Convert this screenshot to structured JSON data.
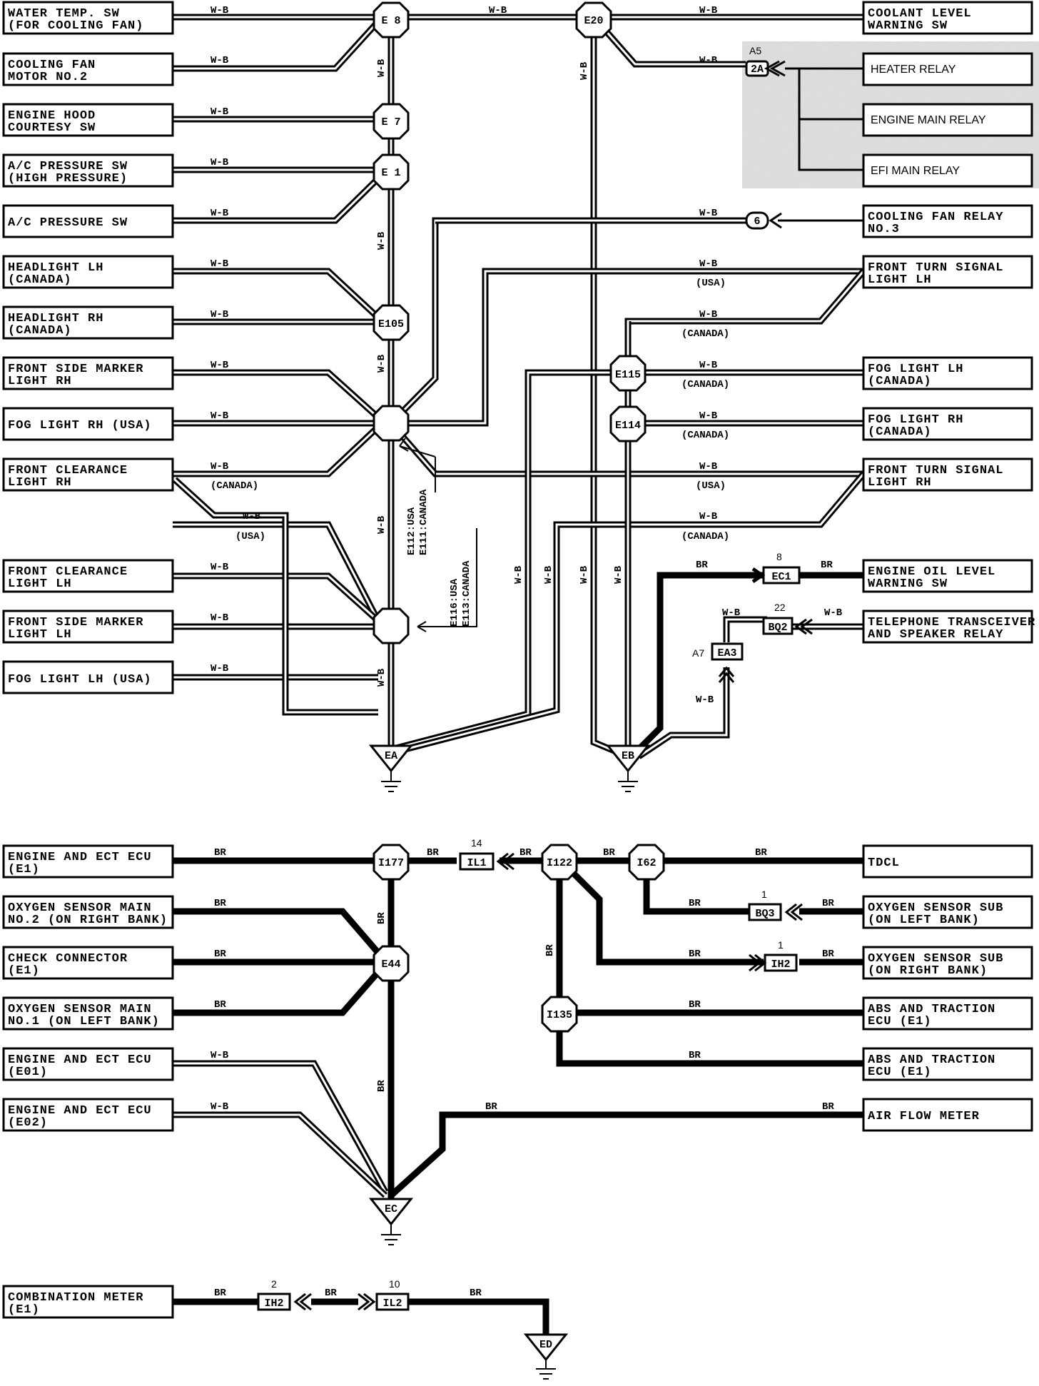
{
  "components": {
    "water_temp_sw": [
      "WATER TEMP. SW",
      "(FOR COOLING FAN)"
    ],
    "cooling_fan_motor_2": [
      "COOLING FAN",
      "MOTOR NO.2"
    ],
    "engine_hood_courtesy_sw": [
      "ENGINE HOOD",
      "COURTESY SW"
    ],
    "ac_pressure_sw_high": [
      "A/C PRESSURE SW",
      "(HIGH PRESSURE)"
    ],
    "ac_pressure_sw": [
      "A/C PRESSURE SW"
    ],
    "headlight_lh": [
      "HEADLIGHT LH",
      "(CANADA)"
    ],
    "headlight_rh": [
      "HEADLIGHT RH",
      "(CANADA)"
    ],
    "front_side_marker_rh": [
      "FRONT SIDE MARKER",
      "LIGHT RH"
    ],
    "fog_light_rh_usa": [
      "FOG LIGHT RH (USA)"
    ],
    "front_clearance_rh": [
      "FRONT CLEARANCE",
      "LIGHT RH"
    ],
    "front_clearance_lh": [
      "FRONT CLEARANCE",
      "LIGHT LH"
    ],
    "front_side_marker_lh": [
      "FRONT SIDE MARKER",
      "LIGHT LH"
    ],
    "fog_light_lh_usa": [
      "FOG LIGHT LH (USA)"
    ],
    "coolant_level_sw": [
      "COOLANT LEVEL",
      "WARNING SW"
    ],
    "heater_relay": [
      "HEATER RELAY"
    ],
    "engine_main_relay": [
      "ENGINE MAIN RELAY"
    ],
    "efi_main_relay": [
      "EFI MAIN RELAY"
    ],
    "cooling_fan_relay_3": [
      "COOLING FAN RELAY",
      "NO.3"
    ],
    "front_turn_lh": [
      "FRONT TURN SIGNAL",
      "LIGHT LH"
    ],
    "fog_light_lh_canada": [
      "FOG LIGHT LH",
      "(CANADA)"
    ],
    "fog_light_rh_canada": [
      "FOG LIGHT RH",
      "(CANADA)"
    ],
    "front_turn_rh": [
      "FRONT TURN SIGNAL",
      "LIGHT RH"
    ],
    "engine_oil_level_sw": [
      "ENGINE OIL LEVEL",
      "WARNING SW"
    ],
    "telephone_relay": [
      "TELEPHONE TRANSCEIVER",
      "AND SPEAKER RELAY"
    ],
    "engine_ect_ecu_e1_a": [
      "ENGINE AND ECT ECU",
      "(E1)"
    ],
    "oxygen_main_2": [
      "OXYGEN SENSOR MAIN",
      "NO.2 (ON RIGHT BANK)"
    ],
    "check_connector": [
      "CHECK CONNECTOR",
      "(E1)"
    ],
    "oxygen_main_1": [
      "OXYGEN SENSOR MAIN",
      "NO.1 (ON LEFT BANK)"
    ],
    "engine_ect_ecu_e01": [
      "ENGINE AND ECT ECU",
      "(E01)"
    ],
    "engine_ect_ecu_e02": [
      "ENGINE AND ECT ECU",
      "(E02)"
    ],
    "tdcl": [
      "TDCL"
    ],
    "oxygen_sub_left": [
      "OXYGEN SENSOR SUB",
      "(ON LEFT BANK)"
    ],
    "oxygen_sub_right": [
      "OXYGEN SENSOR SUB",
      "(ON RIGHT BANK)"
    ],
    "abs_traction_1": [
      "ABS AND TRACTION",
      "ECU (E1)"
    ],
    "abs_traction_2": [
      "ABS AND TRACTION",
      "ECU (E1)"
    ],
    "air_flow_meter": [
      "AIR FLOW METER"
    ],
    "combination_meter": [
      "COMBINATION METER",
      "(E1)"
    ]
  },
  "wire_codes": {
    "wb": "W-B",
    "br": "BR"
  },
  "region_notes": {
    "usa": "(USA)",
    "canada": "(CANADA)"
  },
  "junctions": {
    "e8": "E 8",
    "e20": "E20",
    "e7": "E 7",
    "e1": "E 1",
    "e105": "E105",
    "e115": "E115",
    "e114": "E114",
    "e44": "E44",
    "i177": "I177",
    "i122": "I122",
    "i62": "I62",
    "i135": "I135"
  },
  "junction_notes": {
    "upper": [
      "E112:USA",
      "E111:CANADA"
    ],
    "lower": [
      "E116:USA",
      "E113:CANADA"
    ]
  },
  "connectors": {
    "a5": {
      "code": "2A",
      "pin": "A5"
    },
    "fan6": {
      "code": "6",
      "pin": ""
    },
    "ec1": {
      "code": "EC1",
      "pin": "8"
    },
    "bq2": {
      "code": "BQ2",
      "pin": "22"
    },
    "ea3": {
      "code": "EA3",
      "pin": "A7"
    },
    "il1": {
      "code": "IL1",
      "pin": "14"
    },
    "bq3": {
      "code": "BQ3",
      "pin": "1"
    },
    "ih2a": {
      "code": "IH2",
      "pin": "1"
    },
    "ih2b": {
      "code": "IH2",
      "pin": "2"
    },
    "il2": {
      "code": "IL2",
      "pin": "10"
    }
  },
  "grounds": {
    "ea": "EA",
    "eb": "EB",
    "ec": "EC",
    "ed": "ED"
  }
}
